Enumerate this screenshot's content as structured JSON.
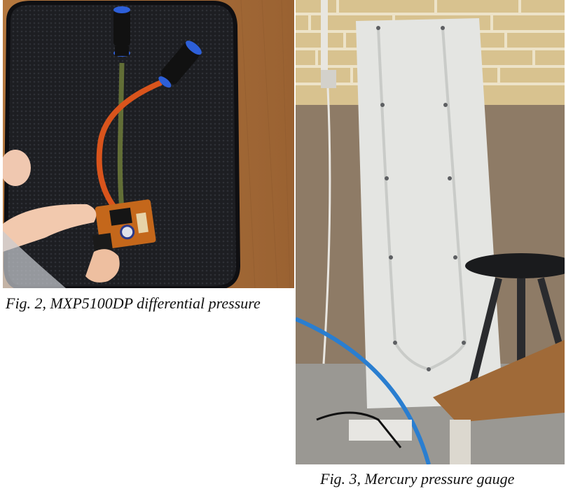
{
  "figures": [
    {
      "caption": "Fig. 2, MXP5100DP differential pressure",
      "photo": "sensor-board-photo"
    },
    {
      "caption": "Fig. 3, Mercury pressure gauge",
      "photo": "mercury-manometer-board-photo"
    }
  ]
}
